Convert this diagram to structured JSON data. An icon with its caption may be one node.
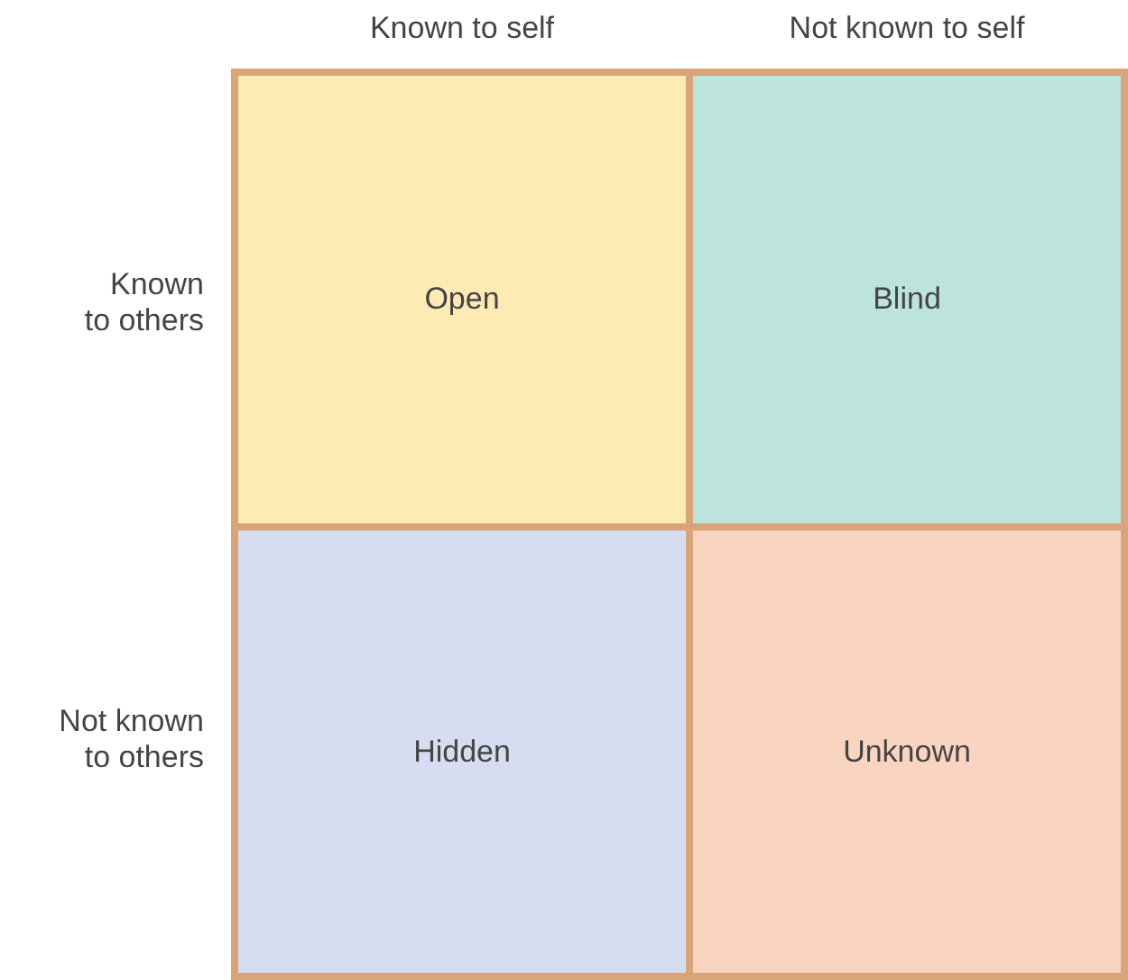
{
  "diagram": {
    "nodes": [
      {
        "text": [
          "Open"
        ]
      },
      {
        "text": [
          "Blind"
        ]
      },
      {
        "text": [
          "Hidden"
        ]
      },
      {
        "text": [
          "Unknown"
        ]
      }
    ],
    "labels": [
      "Known to self",
      "Not known to self",
      "Known to others",
      "Not known to others"
    ]
  }
}
